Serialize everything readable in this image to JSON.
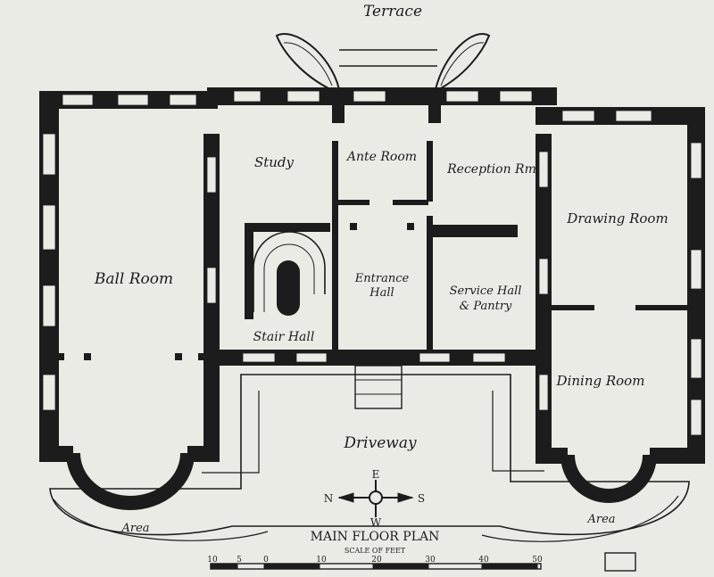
{
  "rooms": {
    "terrace": "Terrace",
    "study": "Study",
    "ante_room": "Ante Room",
    "reception": "Reception Rm",
    "drawing_room": "Drawing Room",
    "ball_room": "Ball Room",
    "entrance_hall_1": "Entrance",
    "entrance_hall_2": "Hall",
    "service_hall_1": "Service Hall",
    "service_hall_2": "& Pantry",
    "stair_hall": "Stair Hall",
    "dining_room": "Dining Room",
    "driveway": "Driveway",
    "area_left": "Area",
    "area_right": "Area"
  },
  "compass": {
    "n": "N",
    "e": "E",
    "s": "S",
    "w": "W"
  },
  "title": "MAIN FLOOR PLAN",
  "scale": {
    "caption": "SCALE OF FEET",
    "ticks": [
      "10",
      "5",
      "0",
      "10",
      "20",
      "30",
      "40",
      "50"
    ]
  },
  "colors": {
    "paper": "#ebebe6",
    "ink": "#1c1c1c"
  }
}
